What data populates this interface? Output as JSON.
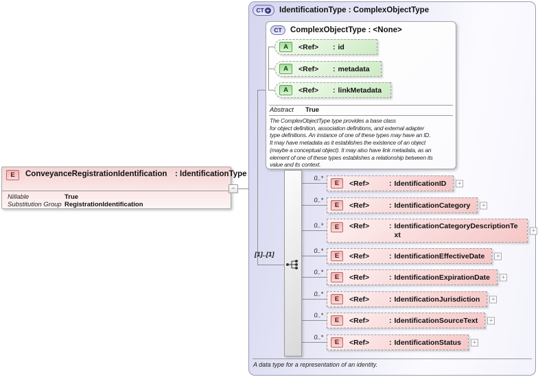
{
  "icons": {
    "element": "E",
    "attribute": "A",
    "complex_type": "CT",
    "plus_badge": "+",
    "expand": "+",
    "collapse": "−"
  },
  "glyphs": {
    "colon": ":"
  },
  "element_box": {
    "name": "ConveyanceRegistrationIdentification",
    "type_suffix": ": IdentificationType",
    "properties": [
      {
        "label": "Nillable",
        "value": "True"
      },
      {
        "label": "Substitution Group",
        "value": "RegistrationIdentification"
      }
    ]
  },
  "type_box": {
    "title": "IdentificationType : ComplexObjectType",
    "base_box": {
      "title": "ComplexObjectType : <None>",
      "attributes": [
        {
          "ref": "<Ref>",
          "name": "id"
        },
        {
          "ref": "<Ref>",
          "name": "metadata"
        },
        {
          "ref": "<Ref>",
          "name": "linkMetadata"
        }
      ],
      "abstract_label": "Abstract",
      "abstract_value": "True",
      "description": "The ComplexObjectType type provides a base class\nfor object definition, association definitions, and external adapter\ntype definitions. An instance of one of these types may have an ID.\nIt may have metadata as it establishes the existence of an object\n(maybe a conceptual object). It may also have link metadata, as an\nelement of one of these types establishes a relationship between its\nvalue and its context."
    },
    "compositor_cardinality": "[1]..[1]",
    "elements": [
      {
        "cardinality": "0..*",
        "ref": "<Ref>",
        "name": "IdentificationID"
      },
      {
        "cardinality": "0..*",
        "ref": "<Ref>",
        "name": "IdentificationCategory"
      },
      {
        "cardinality": "0..*",
        "ref": "<Ref>",
        "name": "IdentificationCategoryDescriptionText"
      },
      {
        "cardinality": "0..*",
        "ref": "<Ref>",
        "name": "IdentificationEffectiveDate"
      },
      {
        "cardinality": "0..*",
        "ref": "<Ref>",
        "name": "IdentificationExpirationDate"
      },
      {
        "cardinality": "0..*",
        "ref": "<Ref>",
        "name": "IdentificationJurisdiction"
      },
      {
        "cardinality": "0..*",
        "ref": "<Ref>",
        "name": "IdentificationSourceText"
      },
      {
        "cardinality": "0..*",
        "ref": "<Ref>",
        "name": "IdentificationStatus"
      }
    ],
    "footer": "A data type for a representation of an identity."
  }
}
